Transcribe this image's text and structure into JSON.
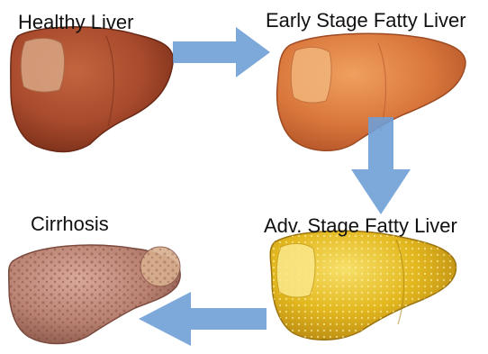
{
  "diagram": {
    "stages": [
      {
        "label": "Healthy Liver",
        "color": "#a84a2c"
      },
      {
        "label": "Early Stage Fatty Liver",
        "color": "#d9773c"
      },
      {
        "label": "Adv. Stage Fatty Liver",
        "color": "#e3b81f"
      },
      {
        "label": "Cirrhosis",
        "color": "#b98272"
      }
    ],
    "arrow_color": "#6f9fd6",
    "flow": [
      "right-arrow",
      "down-arrow",
      "left-arrow"
    ]
  }
}
